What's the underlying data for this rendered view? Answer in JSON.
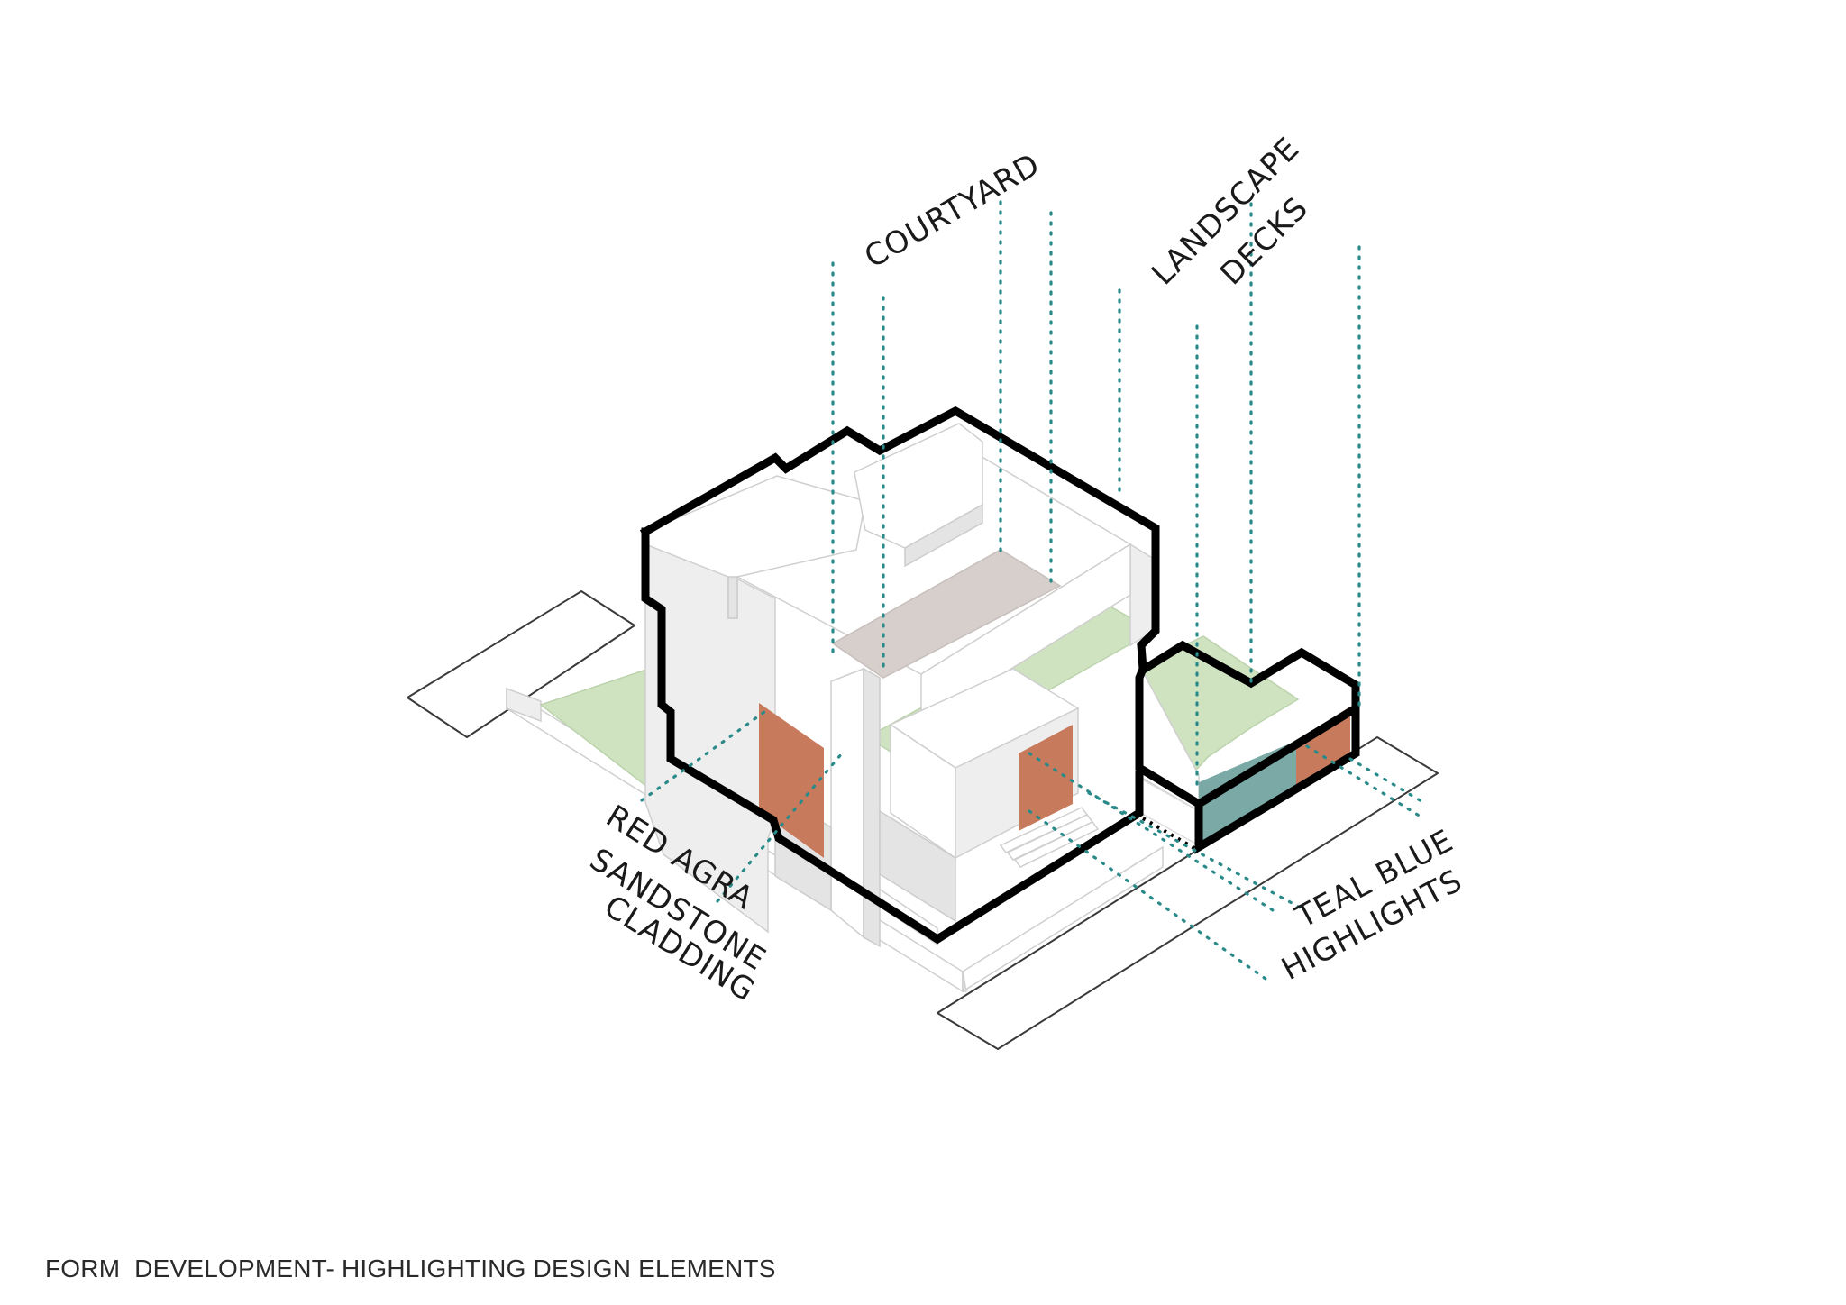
{
  "diagram": {
    "labels": {
      "courtyard": "COURTYARD",
      "landscape_line1": "LANDSCAPE",
      "landscape_line2": "DECKS",
      "sandstone_line1": "RED AGRA",
      "sandstone_line2": "SANDSTONE",
      "sandstone_line3": "CLADDING",
      "teal_line1": "TEAL BLUE",
      "teal_line2": "HIGHLIGHTS"
    },
    "caption": "FORM  DEVELOPMENT- HIGHLIGHTING DESIGN ELEMENTS"
  },
  "colors": {
    "leader": "#2a8a8a",
    "sandstone": "#c77a5c",
    "teal": "#7aa9a6",
    "landscape": "#cfe3c0",
    "courtyard": "#d6cfcc",
    "outline": "#000000"
  }
}
